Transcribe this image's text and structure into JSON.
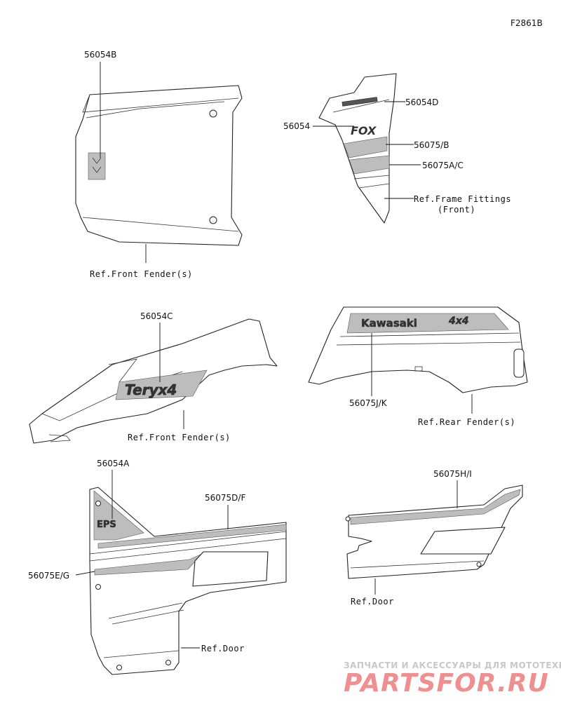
{
  "figure_id": "F2861B",
  "parts": {
    "p_56054B": "56054B",
    "p_56054D": "56054D",
    "p_56054": "56054",
    "p_56075B": "56075/B",
    "p_56075AC": "56075A/C",
    "p_56054C": "56054C",
    "p_56075JK": "56075J/K",
    "p_56054A": "56054A",
    "p_56075DF": "56075D/F",
    "p_56075EG": "56075E/G",
    "p_56075HI": "56075H/I"
  },
  "refs": {
    "front_fender_1": "Ref.Front Fender(s)",
    "frame_fittings_1": "Ref.Frame Fittings",
    "frame_fittings_2": "(Front)",
    "front_fender_2": "Ref.Front Fender(s)",
    "rear_fender": "Ref.Rear Fender(s)",
    "door_right": "Ref.Door",
    "door_left": "Ref.Door"
  },
  "decals": {
    "kawasaki": "Kawasaki",
    "four_by_four": "4x4",
    "teryx": "Teryx4",
    "fox": "FOX",
    "eps": "EPS"
  },
  "watermark": {
    "line1": "ЗАПЧАСТИ И АКСЕССУАРЫ ДЛЯ МОТОТЕХНИКИ",
    "line2": "PARTSFOR.RU"
  }
}
